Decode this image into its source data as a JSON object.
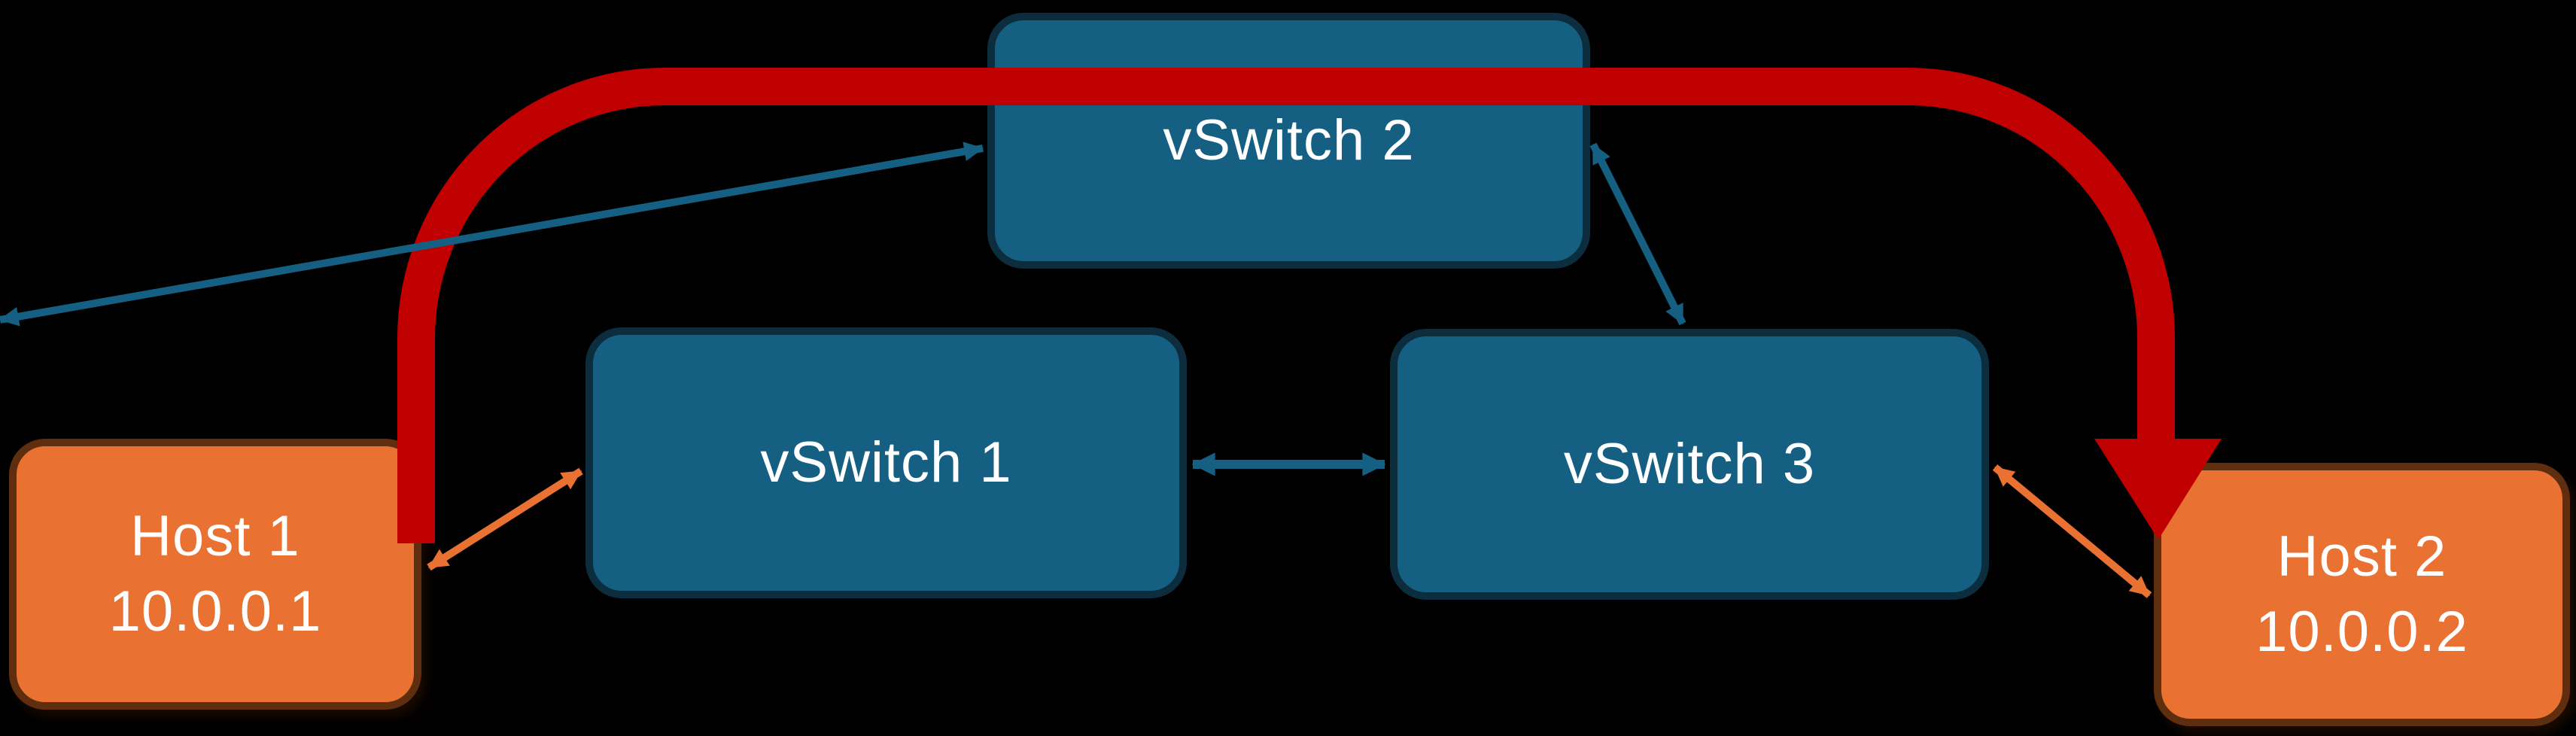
{
  "diagram": {
    "background": "#000000",
    "palette": {
      "switch_fill": "#156082",
      "switch_border": "#0C2D3E",
      "host_fill": "#E97132",
      "host_border": "#5F2E0E",
      "blue_link": "#156082",
      "orange_link": "#E97132",
      "red_flow": "#C00000",
      "text": "#FFFFFF"
    },
    "nodes": {
      "vswitch1": {
        "label": "vSwitch 1"
      },
      "vswitch2": {
        "label": "vSwitch 2"
      },
      "vswitch3": {
        "label": "vSwitch 3"
      },
      "host1": {
        "label": "Host 1",
        "ip": "10.0.0.1"
      },
      "host2": {
        "label": "Host 2",
        "ip": "10.0.0.2"
      }
    },
    "links": [
      {
        "from": "Host 1",
        "to": "vSwitch 1",
        "type": "double-arrow",
        "color": "#E97132"
      },
      {
        "from": "vSwitch 1",
        "to": "vSwitch 2",
        "type": "double-arrow",
        "color": "#156082"
      },
      {
        "from": "vSwitch 1",
        "to": "vSwitch 3",
        "type": "double-arrow",
        "color": "#156082"
      },
      {
        "from": "vSwitch 2",
        "to": "vSwitch 3",
        "type": "double-arrow",
        "color": "#156082"
      },
      {
        "from": "vSwitch 3",
        "to": "Host 2",
        "type": "double-arrow",
        "color": "#E97132"
      },
      {
        "from": "Host 1",
        "to": "Host 2",
        "type": "flow-arrow",
        "color": "#C00000"
      }
    ]
  }
}
